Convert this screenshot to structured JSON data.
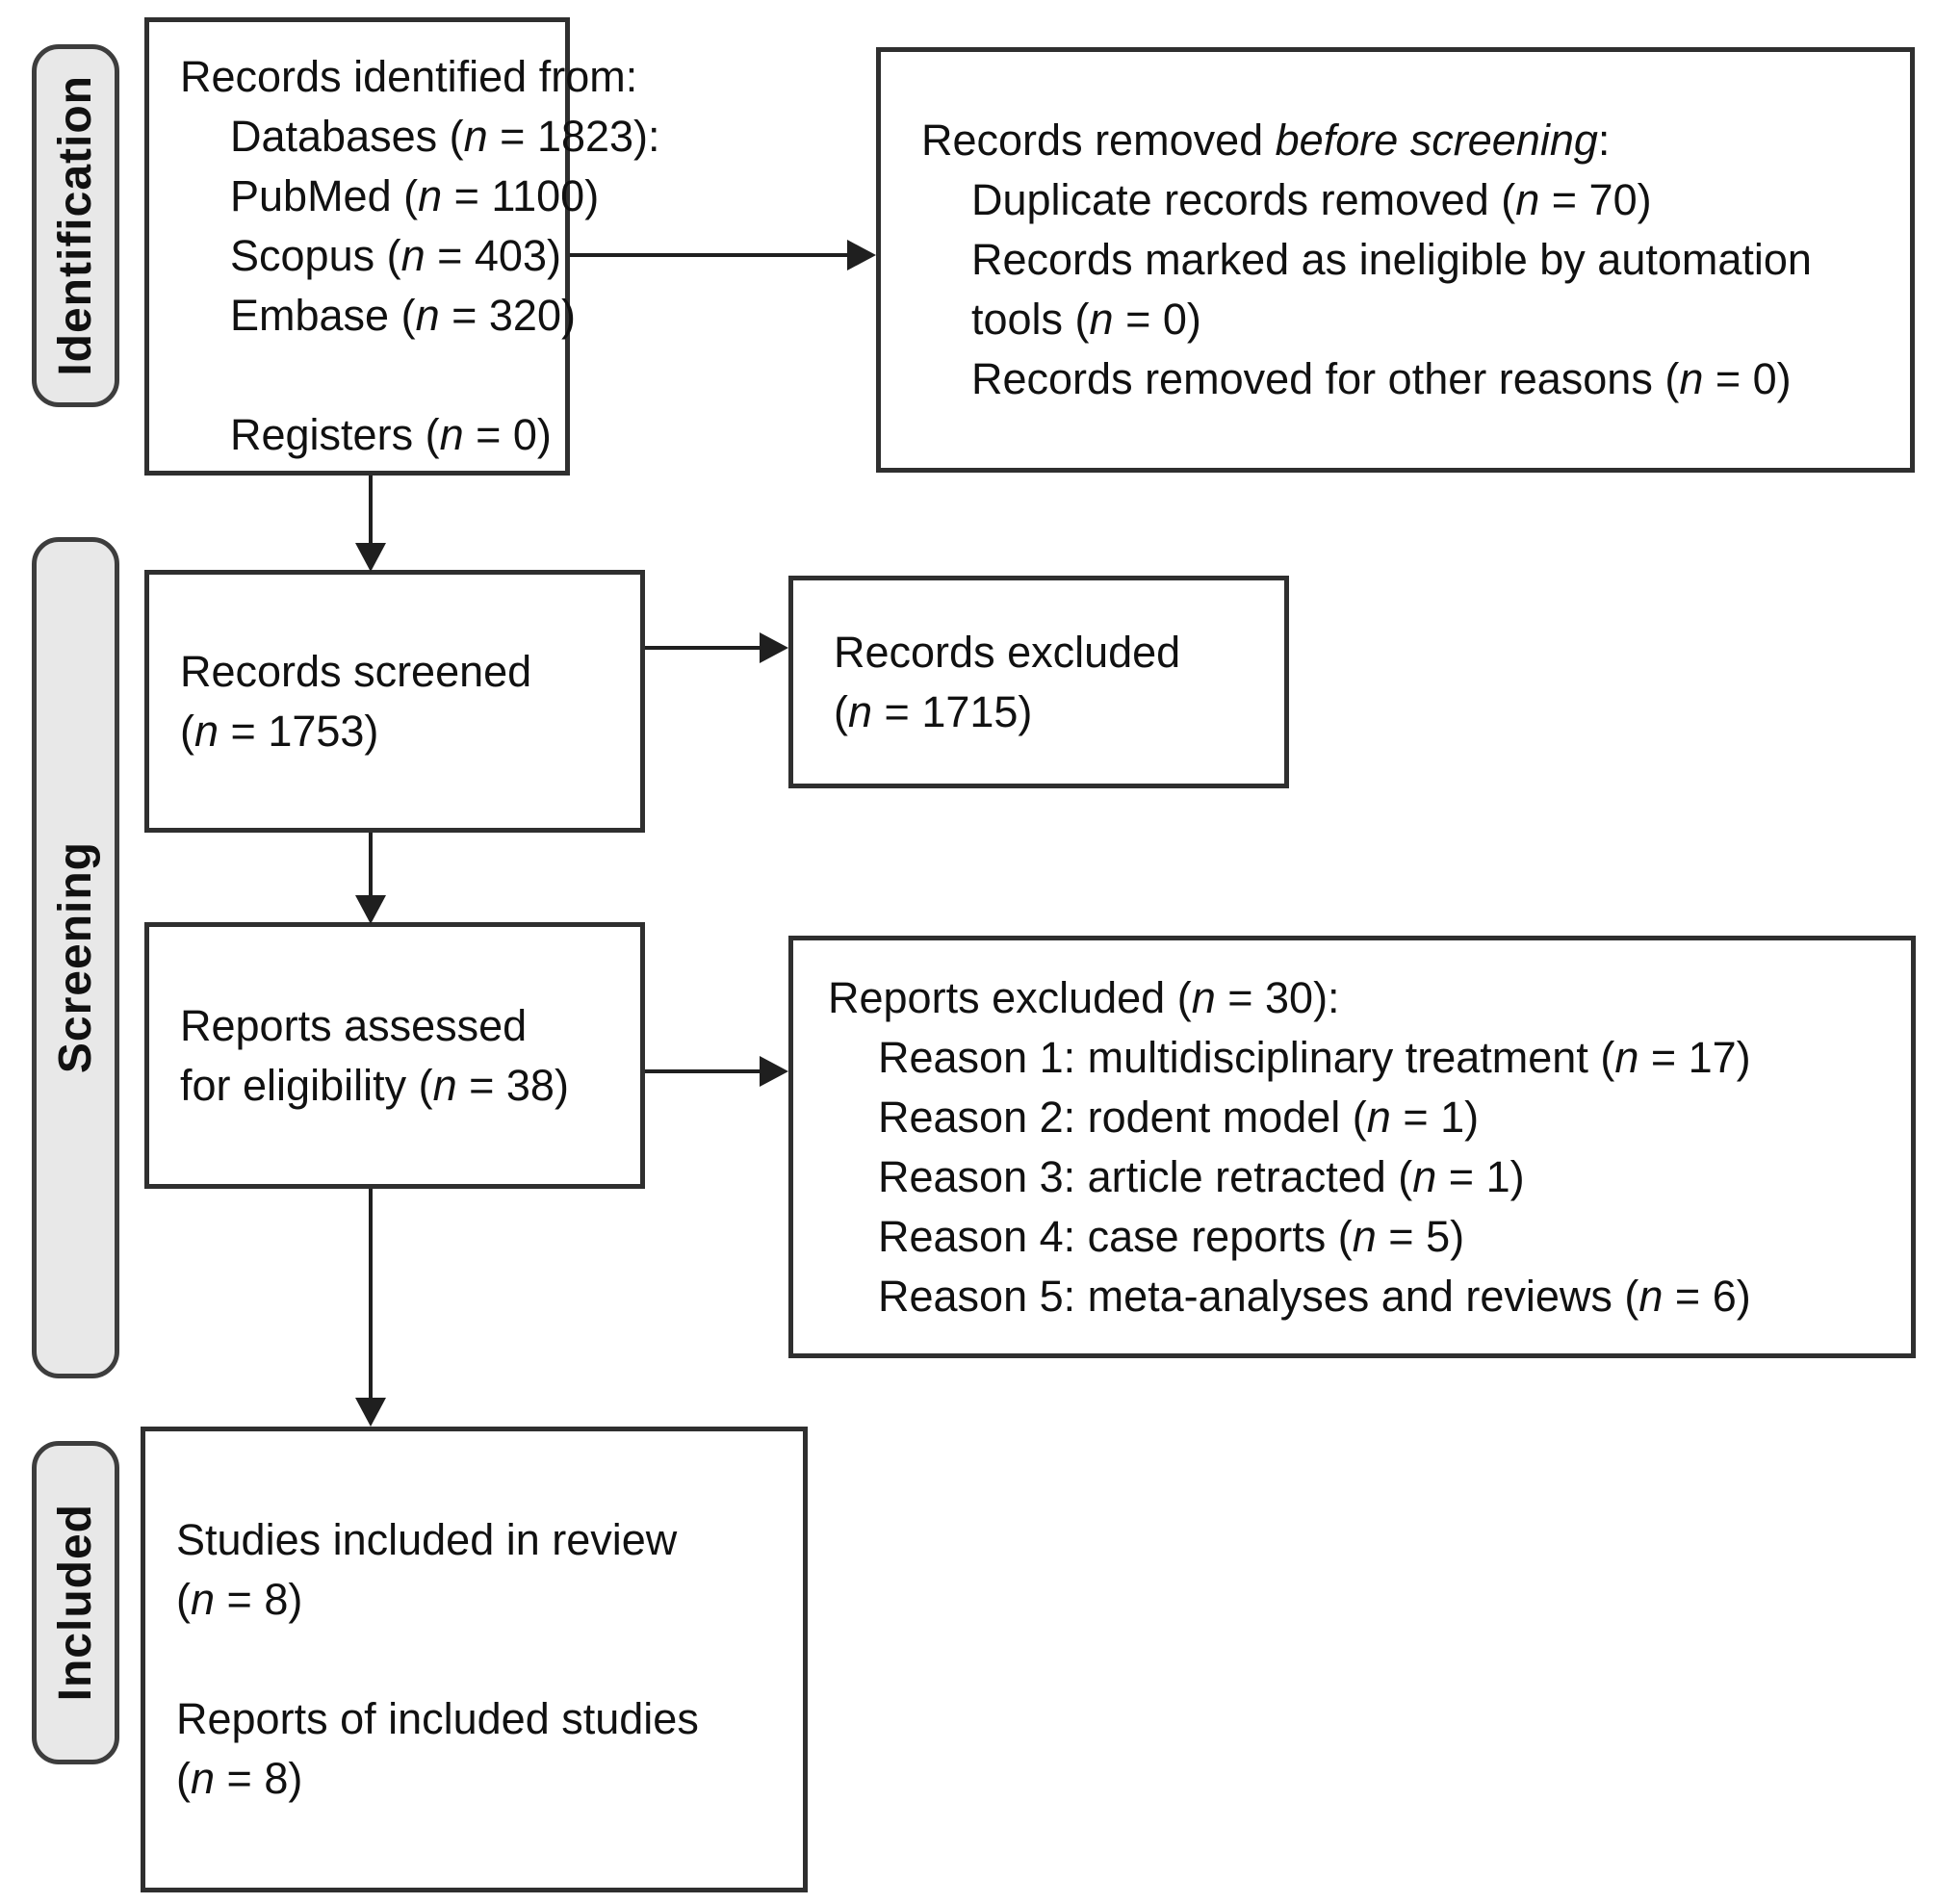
{
  "colors": {
    "background": "#ffffff",
    "box_border": "#2f2f2f",
    "label_border": "#3d3d3d",
    "label_fill": "#e8e8e8",
    "arrow": "#1f1f1f",
    "text": "#111111"
  },
  "side_labels": [
    {
      "id": "identification",
      "label": "Identification"
    },
    {
      "id": "screening",
      "label": "Screening"
    },
    {
      "id": "included",
      "label": "Included"
    }
  ],
  "boxes": [
    {
      "id": "records-identified",
      "lines": [
        {
          "indent": 0,
          "segments": [
            {
              "text": "Records identified from:"
            }
          ]
        },
        {
          "indent": 1,
          "segments": [
            {
              "text": "Databases ("
            },
            {
              "text": "n",
              "italic": true
            },
            {
              "text": " = 1823):"
            }
          ]
        },
        {
          "indent": 1,
          "segments": [
            {
              "text": "PubMed ("
            },
            {
              "text": "n",
              "italic": true
            },
            {
              "text": " = 1100)"
            }
          ]
        },
        {
          "indent": 1,
          "segments": [
            {
              "text": "Scopus ("
            },
            {
              "text": "n",
              "italic": true
            },
            {
              "text": " = 403)"
            }
          ]
        },
        {
          "indent": 1,
          "segments": [
            {
              "text": "Embase ("
            },
            {
              "text": "n",
              "italic": true
            },
            {
              "text": " = 320)"
            }
          ]
        },
        {
          "indent": 0,
          "segments": []
        },
        {
          "indent": 1,
          "segments": [
            {
              "text": "Registers ("
            },
            {
              "text": "n",
              "italic": true
            },
            {
              "text": " = 0)"
            }
          ]
        }
      ]
    },
    {
      "id": "records-removed",
      "lines": [
        {
          "indent": 0,
          "segments": [
            {
              "text": "Records removed "
            },
            {
              "text": "before screening",
              "italic": true
            },
            {
              "text": ":"
            }
          ]
        },
        {
          "indent": 1,
          "segments": [
            {
              "text": "Duplicate records removed  ("
            },
            {
              "text": "n",
              "italic": true
            },
            {
              "text": " = 70)"
            }
          ]
        },
        {
          "indent": 1,
          "segments": [
            {
              "text": "Records marked as ineligible by automation"
            }
          ]
        },
        {
          "indent": 1,
          "segments": [
            {
              "text": "tools ("
            },
            {
              "text": "n",
              "italic": true
            },
            {
              "text": " = 0)"
            }
          ]
        },
        {
          "indent": 1,
          "segments": [
            {
              "text": "Records removed for other reasons ("
            },
            {
              "text": "n",
              "italic": true
            },
            {
              "text": " = 0)"
            }
          ]
        }
      ]
    },
    {
      "id": "records-screened",
      "lines": [
        {
          "indent": 0,
          "segments": [
            {
              "text": "Records screened"
            }
          ]
        },
        {
          "indent": 0,
          "segments": [
            {
              "text": "("
            },
            {
              "text": "n",
              "italic": true
            },
            {
              "text": " = 1753)"
            }
          ]
        }
      ]
    },
    {
      "id": "records-excluded",
      "lines": [
        {
          "indent": 0,
          "segments": [
            {
              "text": "Records excluded"
            }
          ]
        },
        {
          "indent": 0,
          "segments": [
            {
              "text": "("
            },
            {
              "text": "n",
              "italic": true
            },
            {
              "text": " = 1715)"
            }
          ]
        }
      ]
    },
    {
      "id": "reports-assessed",
      "lines": [
        {
          "indent": 0,
          "segments": [
            {
              "text": "Reports assessed"
            }
          ]
        },
        {
          "indent": 0,
          "segments": [
            {
              "text": "for eligibility ("
            },
            {
              "text": "n",
              "italic": true
            },
            {
              "text": " = 38)"
            }
          ]
        }
      ]
    },
    {
      "id": "reports-excluded",
      "lines": [
        {
          "indent": 0,
          "segments": [
            {
              "text": "Reports excluded ("
            },
            {
              "text": "n",
              "italic": true
            },
            {
              "text": " = 30):"
            }
          ]
        },
        {
          "indent": 1,
          "segments": [
            {
              "text": "Reason 1: multidisciplinary treatment ("
            },
            {
              "text": "n",
              "italic": true
            },
            {
              "text": " = 17)"
            }
          ]
        },
        {
          "indent": 1,
          "segments": [
            {
              "text": "Reason 2: rodent model ("
            },
            {
              "text": "n",
              "italic": true
            },
            {
              "text": " = 1)"
            }
          ]
        },
        {
          "indent": 1,
          "segments": [
            {
              "text": "Reason 3: article retracted ("
            },
            {
              "text": "n",
              "italic": true
            },
            {
              "text": " = 1)"
            }
          ]
        },
        {
          "indent": 1,
          "segments": [
            {
              "text": "Reason 4: case reports ("
            },
            {
              "text": "n",
              "italic": true
            },
            {
              "text": " = 5)"
            }
          ]
        },
        {
          "indent": 1,
          "segments": [
            {
              "text": "Reason 5: meta-analyses and reviews ("
            },
            {
              "text": "n",
              "italic": true
            },
            {
              "text": " = 6)"
            }
          ]
        }
      ]
    },
    {
      "id": "studies-included",
      "lines": [
        {
          "indent": 0,
          "segments": [
            {
              "text": "Studies included in review"
            }
          ]
        },
        {
          "indent": 0,
          "segments": [
            {
              "text": "("
            },
            {
              "text": "n",
              "italic": true
            },
            {
              "text": " = 8)"
            }
          ]
        },
        {
          "indent": 0,
          "segments": []
        },
        {
          "indent": 0,
          "segments": [
            {
              "text": "Reports of included studies"
            }
          ]
        },
        {
          "indent": 0,
          "segments": [
            {
              "text": "("
            },
            {
              "text": "n",
              "italic": true
            },
            {
              "text": " = 8)"
            }
          ]
        }
      ]
    }
  ]
}
